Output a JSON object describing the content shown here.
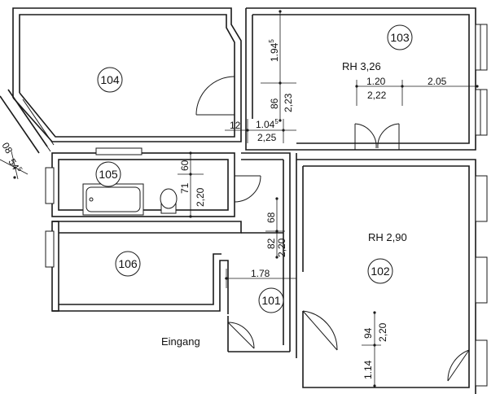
{
  "rooms": [
    {
      "id": "104"
    },
    {
      "id": "103",
      "label": "RH 3,26"
    },
    {
      "id": "105"
    },
    {
      "id": "106"
    },
    {
      "id": "101"
    },
    {
      "id": "102",
      "label": "RH 2,90"
    }
  ],
  "entrance_label": "Eingang",
  "dimensions": {
    "d_194": "1.94",
    "d_194_sup": "5",
    "d_86": "86",
    "d_223": "2,23",
    "d_120": "1.20",
    "d_205": "2.05",
    "d_222": "2,22",
    "d_12": "12",
    "d_104": "1.04",
    "d_104_sup": "5",
    "d_225": "2,25",
    "d_08": "08",
    "d_54": "54",
    "d_54_sup": "5",
    "d_60": "60",
    "d_71": "71",
    "d_220a": "2,20",
    "d_68": "68",
    "d_82": "82",
    "d_220b": "2,20",
    "d_178": "1.78",
    "d_94": "94",
    "d_220c": "2,20",
    "d_114": "1.14"
  }
}
